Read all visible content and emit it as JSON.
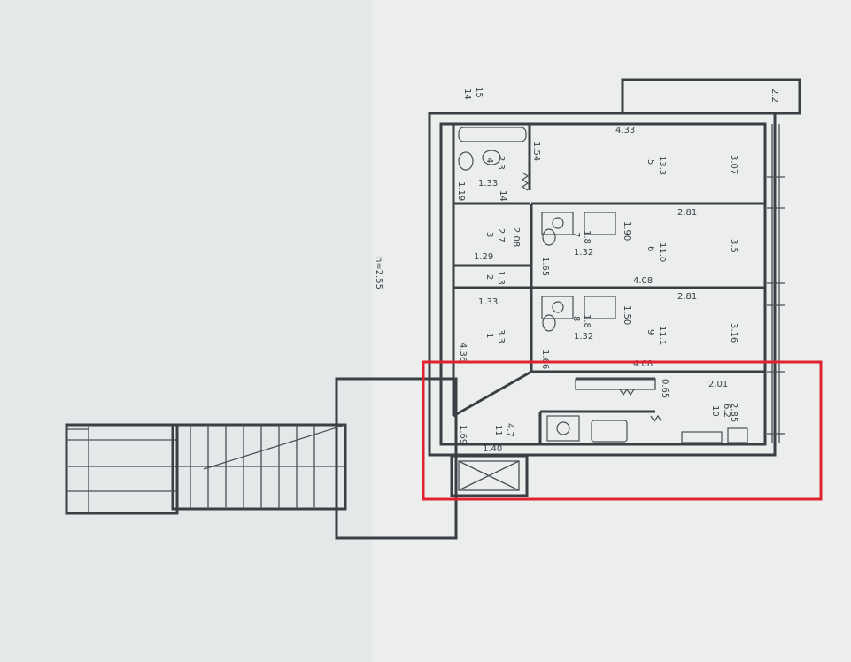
{
  "plan": {
    "height_note": "h=2.55",
    "flat_no": "14",
    "flat_area": "15",
    "dims": {
      "d_433": "4.33",
      "d_22": "2.2",
      "d_307": "3.07",
      "d_154": "1.54",
      "d_133a": "1.33",
      "d_119": "1.19",
      "d_h14": "14",
      "d_281a": "2.81",
      "d_190": "1.90",
      "d_35": "3.5",
      "d_132a": "1.32",
      "d_208": "2.08",
      "d_129": "1.29",
      "d_165": "1.65",
      "d_408a": "4.08",
      "d_133b": "1.33",
      "d_281b": "2.81",
      "d_150": "1.50",
      "d_132b": "1.32",
      "d_316": "3.16",
      "d_436": "4.36",
      "d_166": "1.66",
      "d_408b": "4.08",
      "d_201": "2.01",
      "d_065": "0.65",
      "d_285": "2.85",
      "d_169": "1.69",
      "d_140": "1.40"
    },
    "rooms": [
      {
        "no": "5",
        "area": "13.3"
      },
      {
        "no": "6",
        "area": "11.0"
      },
      {
        "no": "9",
        "area": "11.1"
      },
      {
        "no": "10",
        "area": "6.2"
      },
      {
        "no": "4",
        "area": "2.3"
      },
      {
        "no": "3",
        "area": "2.7"
      },
      {
        "no": "2",
        "area": "1.3"
      },
      {
        "no": "1",
        "area": "3.3"
      },
      {
        "no": "7",
        "area": "1.8"
      },
      {
        "no": "8",
        "area": "1.8"
      },
      {
        "no": "11",
        "area": "4.7"
      }
    ]
  },
  "highlight": {
    "color": "#e0242f"
  }
}
